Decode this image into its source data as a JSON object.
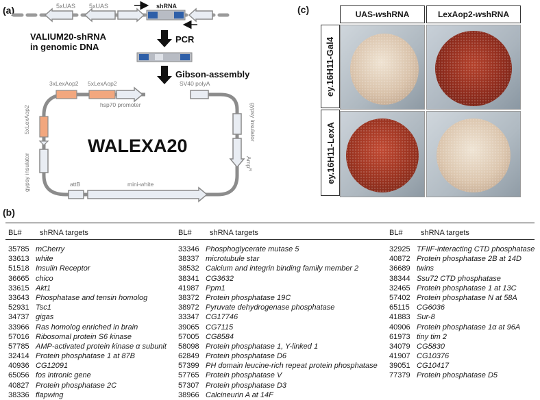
{
  "panel_labels": {
    "a": "(a)",
    "b": "(b)",
    "c": "(c)"
  },
  "panel_a": {
    "top_construct": {
      "uas1": "5xUAS",
      "uas2": "5xUAS",
      "shrna": "shRNA"
    },
    "valium_label_line1": "VALIUM20-shRNA",
    "valium_label_line2": "in genomic DNA",
    "step1": "PCR",
    "step2": "Gibson-assembly",
    "vector_name": "WALEXA20",
    "features": {
      "lexaop3": "3xLexAop2",
      "lexaop5_top": "5xLexAop2",
      "hsp70": "hsp70 promoter",
      "sv40": "SV40 polyA",
      "gypsy_right": "gypsy insulator",
      "amp": "Amp",
      "amp_sup": "R",
      "lexaop5_left": "5xLexAop2",
      "gypsy_left": "gypsy insulator",
      "attb": "attB",
      "mini_white": "mini-white"
    }
  },
  "panel_c": {
    "col_headers": [
      {
        "pre": "UAS-",
        "it": "w",
        "post": " shRNA"
      },
      {
        "pre": "LexAop2-",
        "it": "w",
        "post": " shRNA"
      }
    ],
    "row_labels": [
      "ey.16H11-Gal4",
      "ey.16H11-LexA"
    ]
  },
  "panel_b": {
    "header_bl": "BL#",
    "header_targets": "shRNA targets",
    "columns": [
      [
        {
          "bl": "35785",
          "target": "mCherry"
        },
        {
          "bl": "33613",
          "target": "white"
        },
        {
          "bl": "51518",
          "target": "Insulin Receptor"
        },
        {
          "bl": "36665",
          "target": "chico"
        },
        {
          "bl": "33615",
          "target": "Akt1"
        },
        {
          "bl": "33643",
          "target": "Phosphatase and tensin homolog"
        },
        {
          "bl": "52931",
          "target": "Tsc1"
        },
        {
          "bl": "34737",
          "target": "gigas"
        },
        {
          "bl": "33966",
          "target": "Ras homolog enriched in brain"
        },
        {
          "bl": "57016",
          "target": "Ribosomal protein S6 kinase"
        },
        {
          "bl": "57785",
          "target": "AMP-activated protein kinase α subunit"
        },
        {
          "bl": "32414",
          "target": "Protein phosphatase 1 at 87B"
        },
        {
          "bl": "40936",
          "target": "CG12091"
        },
        {
          "bl": "65056",
          "target": "fos intronic gene"
        },
        {
          "bl": "40827",
          "target": "Protein phosphatase 2C"
        },
        {
          "bl": "38336",
          "target": "flapwing"
        }
      ],
      [
        {
          "bl": "33346",
          "target": "Phosphoglycerate mutase 5"
        },
        {
          "bl": "38337",
          "target": "microtubule star"
        },
        {
          "bl": "38532",
          "target": "Calcium and integrin binding family member 2"
        },
        {
          "bl": "38341",
          "target": "CG3632"
        },
        {
          "bl": "41987",
          "target": "Ppm1"
        },
        {
          "bl": "38372",
          "target": "Protein phosphatase 19C"
        },
        {
          "bl": "38972",
          "target": "Pyruvate dehydrogenase phosphatase"
        },
        {
          "bl": "33347",
          "target": "CG17746"
        },
        {
          "bl": "39065",
          "target": "CG7115"
        },
        {
          "bl": "57005",
          "target": "CG8584"
        },
        {
          "bl": "58098",
          "target": "Protein phosphatase 1, Y-linked 1"
        },
        {
          "bl": "62849",
          "target": "Protein phosphatase D6"
        },
        {
          "bl": "57399",
          "target": "PH domain leucine-rich repeat protein phosphatase"
        },
        {
          "bl": "57765",
          "target": "Protein phosphatase V"
        },
        {
          "bl": "57307",
          "target": "Protein phosphatase D3"
        },
        {
          "bl": "38966",
          "target": "Calcineurin A at 14F"
        }
      ],
      [
        {
          "bl": "32925",
          "target": "TFIIF-interacting CTD phosphatase"
        },
        {
          "bl": "40872",
          "target": "Protein phosphatase 2B at 14D"
        },
        {
          "bl": "36689",
          "target": "twins"
        },
        {
          "bl": "38344",
          "target": "Ssu72 CTD phosphatase"
        },
        {
          "bl": "32465",
          "target": "Protein phosphatase 1 at 13C"
        },
        {
          "bl": "57402",
          "target": "Protein phosphatase N at 58A"
        },
        {
          "bl": "65115",
          "target": "CG6036"
        },
        {
          "bl": "41883",
          "target": "Sur-8"
        },
        {
          "bl": "40906",
          "target": "Protein phosphatase 1α at 96A"
        },
        {
          "bl": "61973",
          "target": "tiny tim 2"
        },
        {
          "bl": "34079",
          "target": "CG5830"
        },
        {
          "bl": "41907",
          "target": "CG10376"
        },
        {
          "bl": "39051",
          "target": "CG10417"
        },
        {
          "bl": "77379",
          "target": "Protein phosphatase D5"
        }
      ]
    ]
  },
  "colors": {
    "feature_grey": "#e9edf3",
    "feature_stroke": "#8a8a8a",
    "backbone": "#8c8c8c",
    "lexaop_orange": "#f2a77e",
    "shrna_blue": "#2e5fa8",
    "shrna_grey": "#b8bcc4"
  }
}
